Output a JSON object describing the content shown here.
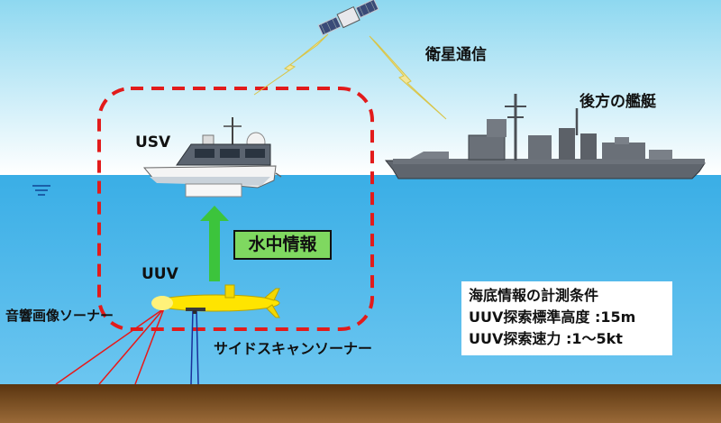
{
  "labels": {
    "satellite_comm": "衛星通信",
    "rear_ship": "後方の艦艇",
    "usv": "USV",
    "uuv": "UUV",
    "underwater_info": "水中情報",
    "acoustic_sonar": "音響画像ソーナー",
    "side_scan_sonar": "サイドスキャンソーナー"
  },
  "conditions": {
    "title": "海底情報の計測条件",
    "altitude": "UUV探索標準高度 :15m",
    "speed": "UUV探索速力 :1～5kt"
  },
  "colors": {
    "sky_top": "#8ed8f0",
    "sky_bottom": "#ffffff",
    "sea": "#4fb6e8",
    "seabed": "#6e4519",
    "boundary": "#e21b1b",
    "arrow": "#3cc43c",
    "uuv": "#ffe400",
    "sonar_beam": "#e81818"
  },
  "icons": [
    "satellite-icon",
    "lightning-icon",
    "usv-boat-icon",
    "destroyer-ship-icon",
    "uuv-icon",
    "water-level-icon"
  ]
}
